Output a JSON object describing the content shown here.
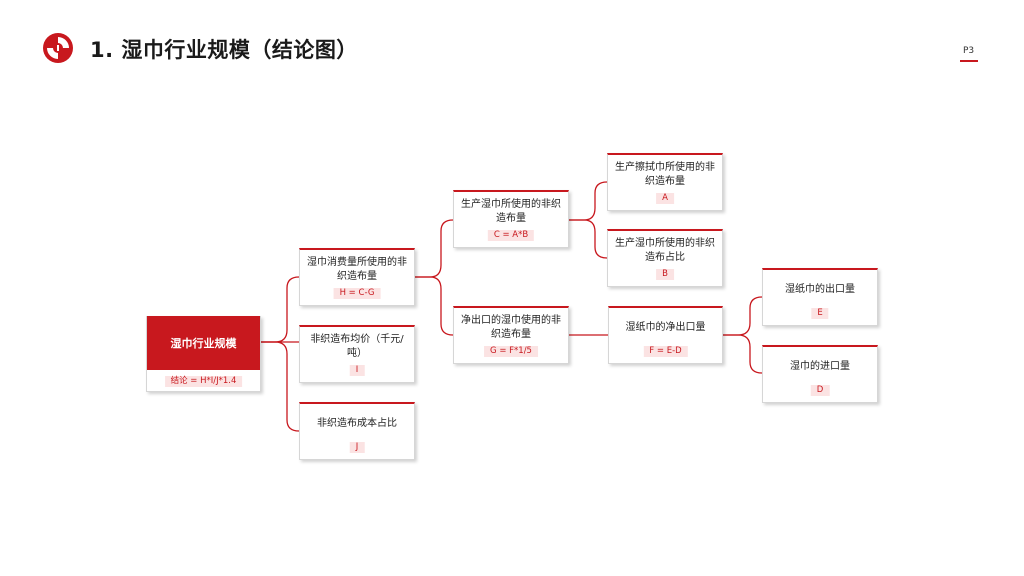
{
  "header": {
    "title": "1.  湿巾行业规模（结论图）",
    "page_number": "P3"
  },
  "colors": {
    "accent": "#c8181e",
    "formula_bg": "#fbe3e3"
  },
  "nodes": {
    "root": {
      "label": "湿巾行业规模",
      "formula": "结论 = H*I/J*1.4"
    },
    "h": {
      "label": "湿巾消费量所使用的非织造布量",
      "formula": "H = C-G"
    },
    "i": {
      "label": "非织造布均价（千元/吨）",
      "formula": "I"
    },
    "j": {
      "label": "非织造布成本占比",
      "formula": "J"
    },
    "c": {
      "label": "生产湿巾所使用的非织造布量",
      "formula": "C = A*B"
    },
    "g": {
      "label": "净出口的湿巾使用的非织造布量",
      "formula": "G = F*1/5"
    },
    "a": {
      "label": "生产擦拭巾所使用的非织造布量",
      "formula": "A"
    },
    "b": {
      "label": "生产湿巾所使用的非织造布占比",
      "formula": "B"
    },
    "f": {
      "label": "湿纸巾的净出口量",
      "formula": "F = E-D"
    },
    "e": {
      "label": "湿纸巾的出口量",
      "formula": "E"
    },
    "d": {
      "label": "湿巾的进口量",
      "formula": "D"
    }
  }
}
